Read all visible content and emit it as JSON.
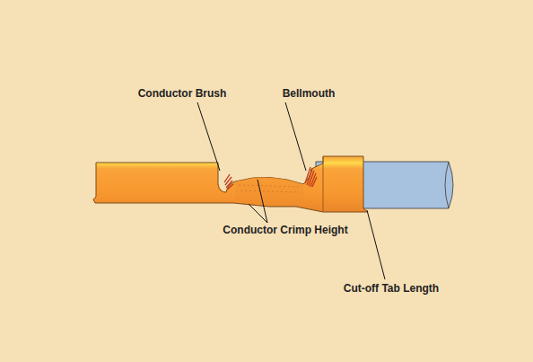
{
  "diagram": {
    "labels": [
      "Conductor Brush",
      "Bellmouth",
      "Conductor Crimp Height",
      "Cut-off Tab Length"
    ]
  }
}
